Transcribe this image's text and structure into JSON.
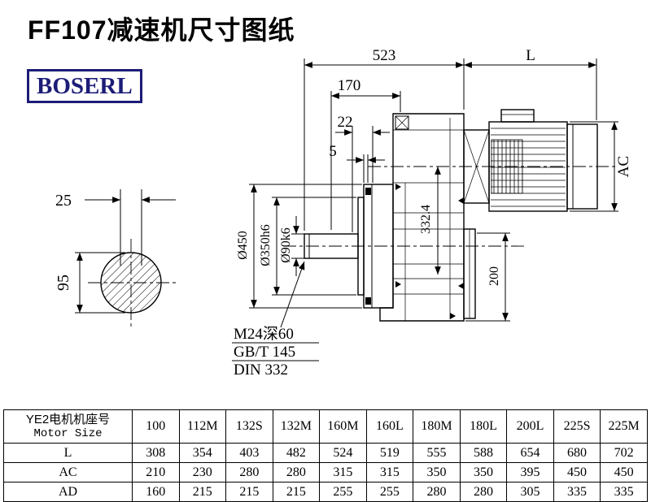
{
  "page": {
    "title": "FF107减速机尺寸图纸",
    "logo": "BOSERL"
  },
  "drawing": {
    "dims": {
      "total_length": "523",
      "motor_length": "L",
      "flange_to_face": "170",
      "shaft_step": "22",
      "spigot_depth": "5",
      "motor_height": "AC",
      "center_height": "332.4",
      "flange_od": "Ø450",
      "spigot_dia": "Ø350h6",
      "shaft_dia": "Ø90k6",
      "housing_depth": "200",
      "key_width": "25",
      "key_height": "95",
      "tap_spec": "M24深60",
      "tap_std_gb": "GB/T 145",
      "tap_std_din": "DIN 332"
    }
  },
  "table": {
    "header": {
      "cn": "YE2电机机座号",
      "en": "Motor Size"
    },
    "columns": [
      "100",
      "112M",
      "132S",
      "132M",
      "160M",
      "160L",
      "180M",
      "180L",
      "200L",
      "225S",
      "225M"
    ],
    "rows": [
      {
        "label": "L",
        "values": [
          "308",
          "354",
          "403",
          "482",
          "524",
          "519",
          "555",
          "588",
          "654",
          "680",
          "702"
        ]
      },
      {
        "label": "AC",
        "values": [
          "210",
          "230",
          "280",
          "280",
          "315",
          "315",
          "350",
          "350",
          "395",
          "450",
          "450"
        ]
      },
      {
        "label": "AD",
        "values": [
          "160",
          "215",
          "215",
          "215",
          "255",
          "255",
          "280",
          "280",
          "305",
          "335",
          "335"
        ]
      }
    ]
  }
}
